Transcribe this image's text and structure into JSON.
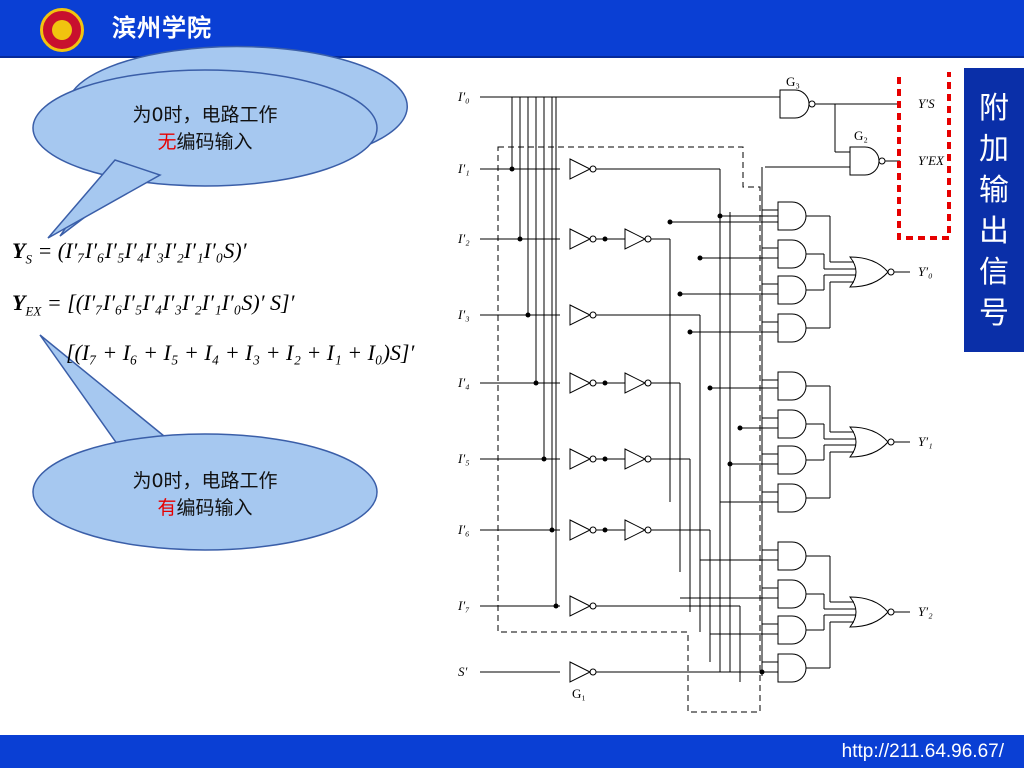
{
  "header": {
    "title": "滨州学院"
  },
  "footer": {
    "url": "http://211.64.96.67/"
  },
  "side_label": [
    "附",
    "加",
    "输",
    "出",
    "信",
    "号"
  ],
  "bubble_top": {
    "line1": "为0时，电路工作",
    "line2_red": "无",
    "line2_rest": "编码输入"
  },
  "bubble_bottom": {
    "line1": "为0时，电路工作",
    "line2_red": "有",
    "line2_rest": "编码输入"
  },
  "equations": {
    "ys_lhs": "Y",
    "ys_sub": "S",
    "ys_rhs": "= (I′₇I′₆I′₅I′₄I′₃I′₂I′₁I′₀S)′",
    "yex_lhs": "Y",
    "yex_sub": "EX",
    "yex_rhs": "= [(I′₇I′₆I′₅I′₄I′₃I′₂I′₁I′₀S)′   S]′",
    "yex_line2": "[(I₇ + I₆ + I₅ + I₄ + I₃ + I₂ + I₁ + I₀)S]′"
  },
  "circuit": {
    "inputs": [
      "I′₀",
      "I′₁",
      "I′₂",
      "I′₃",
      "I′₄",
      "I′₅",
      "I′₆",
      "I′₇",
      "S′"
    ],
    "gates": [
      "G₃",
      "G₂",
      "G₁"
    ],
    "outputs": [
      "Y′S",
      "Y′EX",
      "Y′₀",
      "Y′₁",
      "Y′₂"
    ]
  }
}
